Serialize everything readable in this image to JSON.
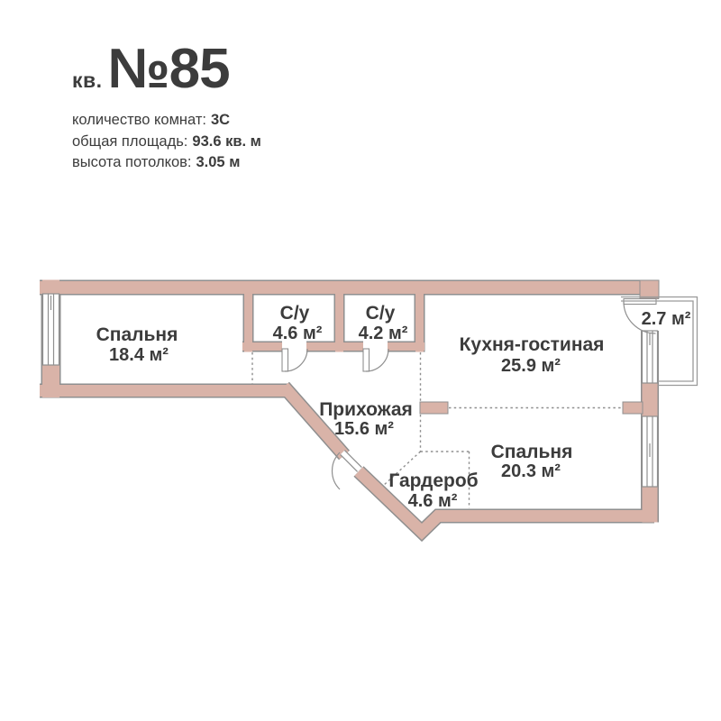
{
  "title": {
    "prefix": "кв.",
    "number": "№85"
  },
  "details": [
    {
      "label": "количество комнат:",
      "value": "3С"
    },
    {
      "label": "общая площадь:",
      "value": "93.6 кв. м"
    },
    {
      "label": "высота потолков:",
      "value": "3.05 м"
    }
  ],
  "plan": {
    "rooms": [
      {
        "name": "Спальня",
        "area": "18.4 м²"
      },
      {
        "name": "С/у",
        "area": "4.6 м²"
      },
      {
        "name": "С/у",
        "area": "4.2 м²"
      },
      {
        "name": "Кухня-гостиная",
        "area": "25.9 м²"
      },
      {
        "name": "Прихожая",
        "area": "15.6 м²"
      },
      {
        "name": "Спальня",
        "area": "20.3 м²"
      },
      {
        "name": "Гардероб",
        "area": "4.6 м²"
      },
      {
        "name": "",
        "area": "2.7 м²"
      }
    ],
    "colors": {
      "wall_fill": "#d9b3a8",
      "wall_outline": "#8f8f8f",
      "text": "#3c3c3c",
      "dashed_line": "#8f8f8f"
    }
  }
}
